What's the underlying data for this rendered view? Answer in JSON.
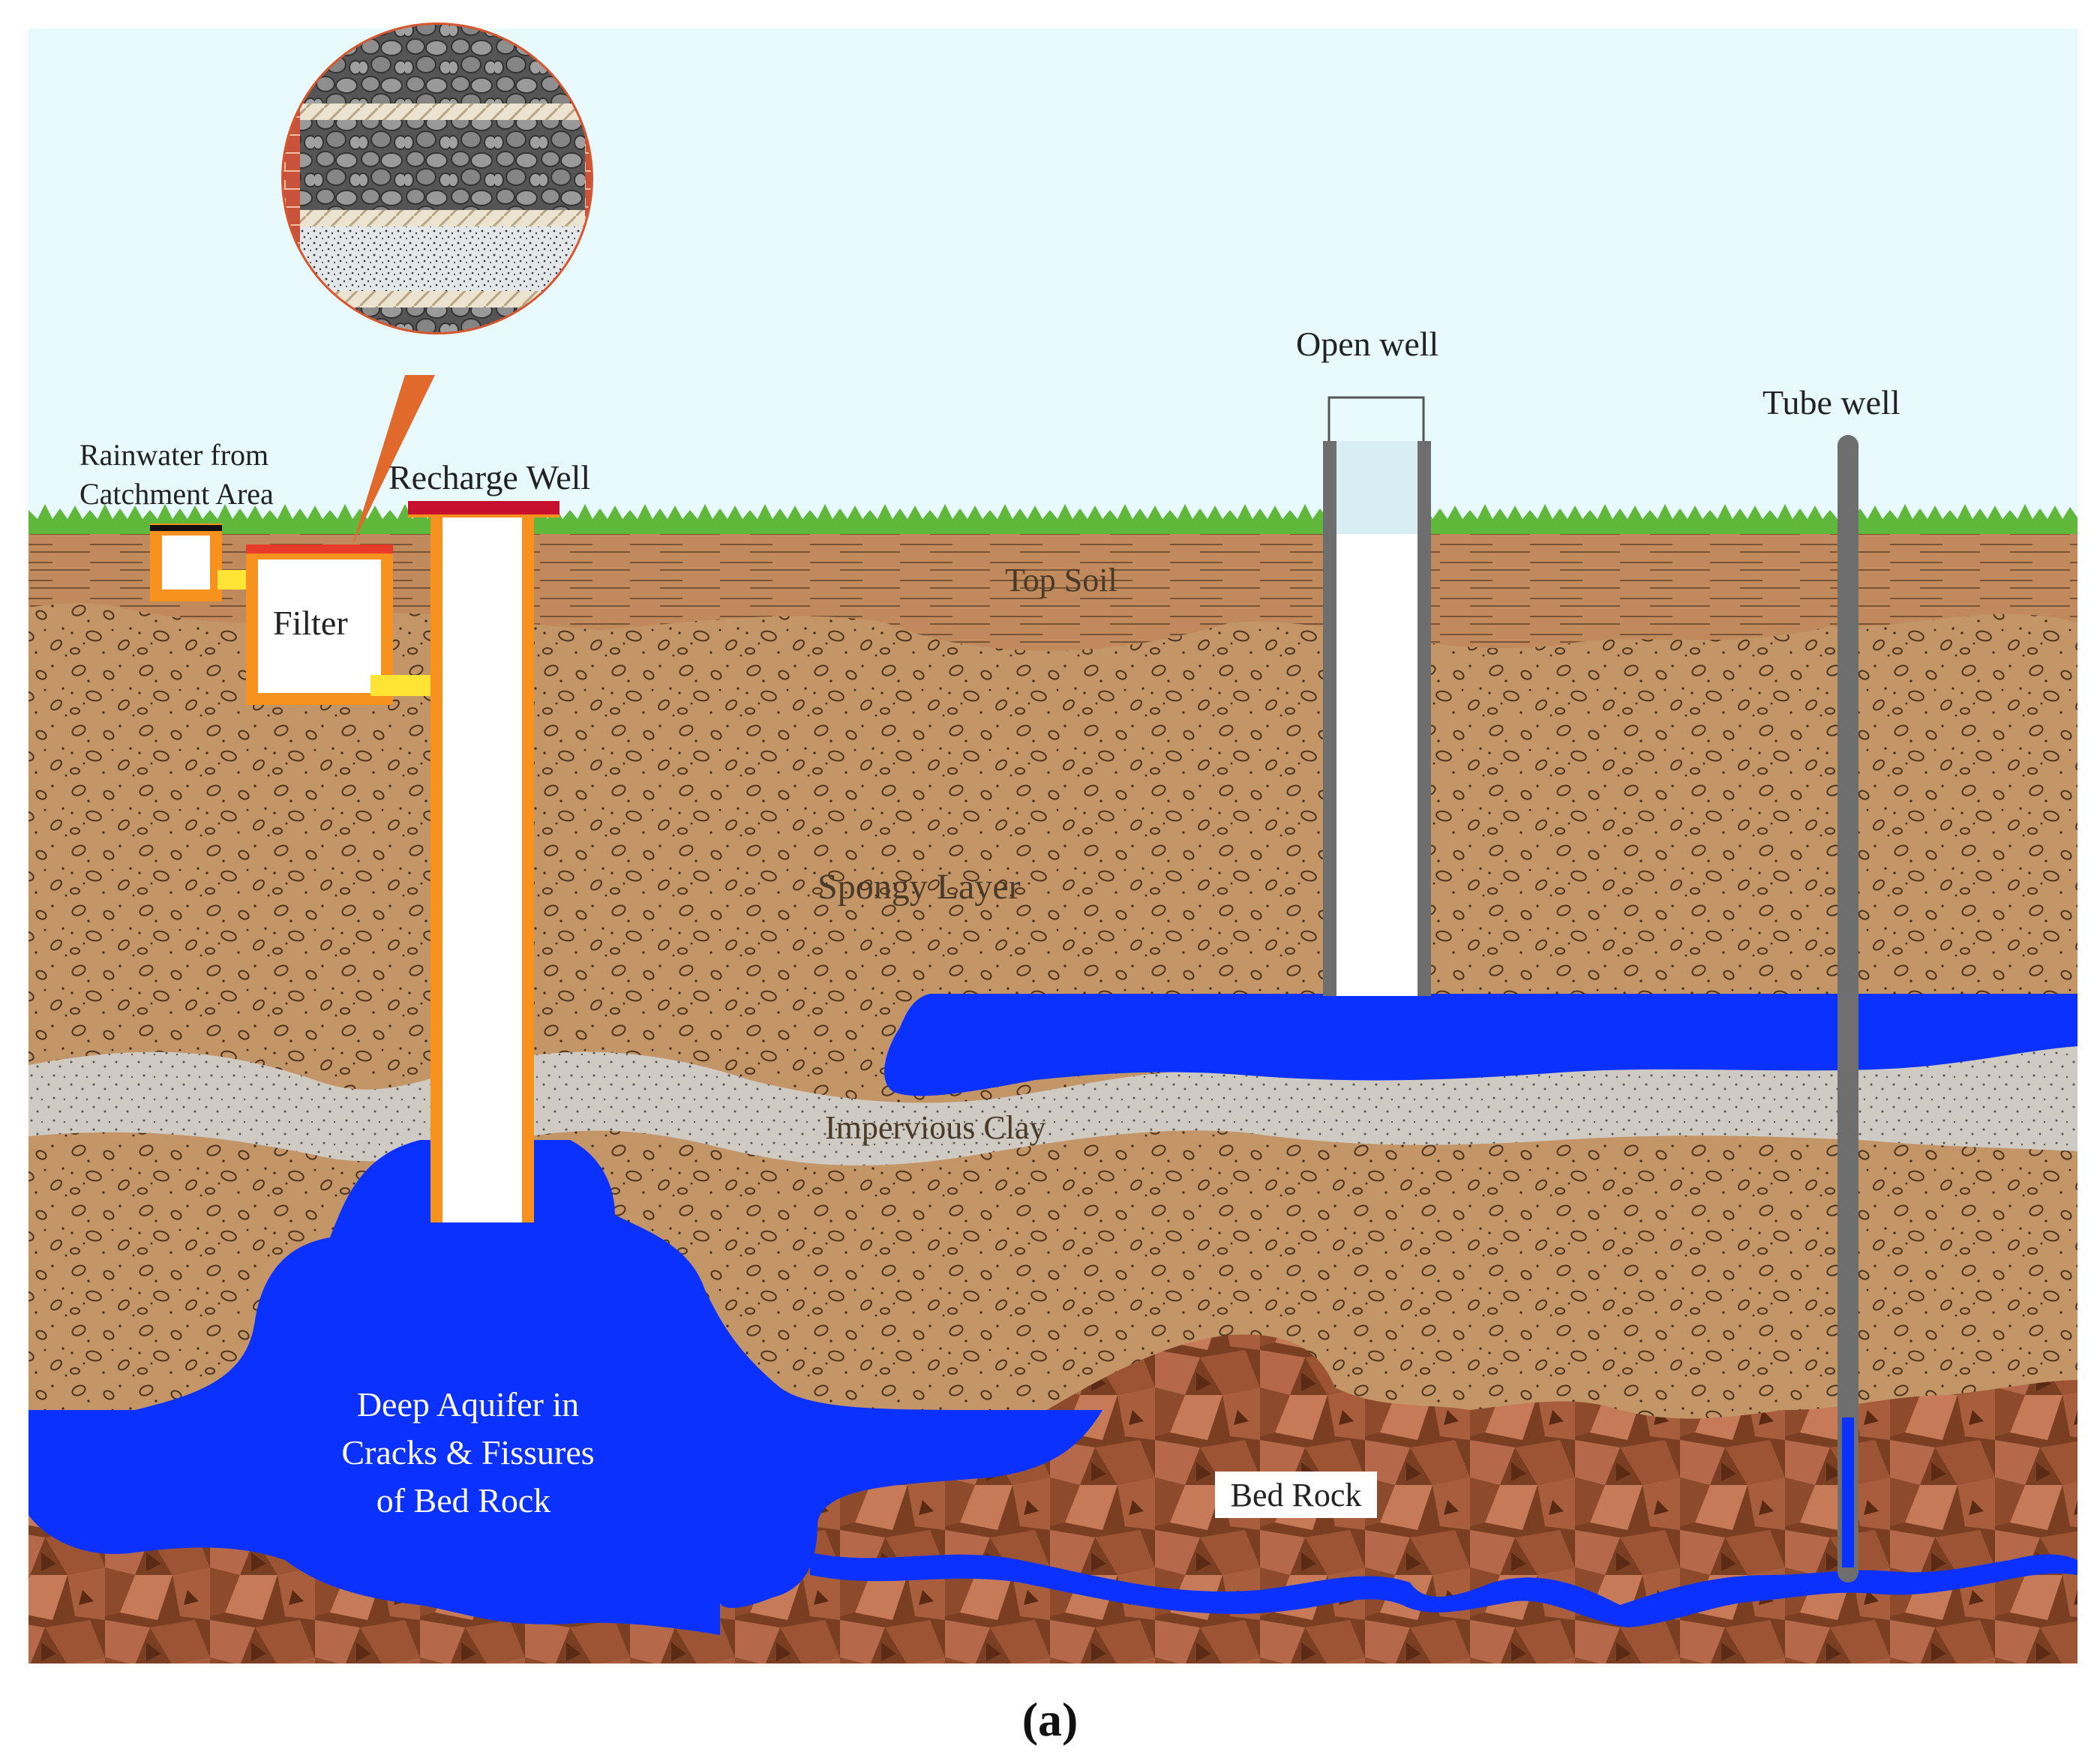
{
  "labels": {
    "rainwater_line1": "Rainwater from",
    "rainwater_line2": "Catchment Area",
    "recharge_well": "Recharge Well",
    "filter": "Filter",
    "open_well": "Open well",
    "tube_well": "Tube well",
    "top_soil": "Top Soil",
    "spongy_layer": "Spongy Layer",
    "impervious_clay": "Impervious Clay",
    "deep_aquifer_line1": "Deep Aquifer in",
    "deep_aquifer_line2": "Cracks & Fissures",
    "deep_aquifer_line3": "of Bed Rock",
    "bed_rock": "Bed Rock",
    "caption": "(a)"
  },
  "colors": {
    "sky": "#e8fafd",
    "grass": "#5fb83a",
    "topsoil": "#c08a5c",
    "spongy": "#c49566",
    "clay": "#cfcac2",
    "water": "#0a31ff",
    "bedrock": "#8a4a2a",
    "well_orange": "#f7921e",
    "cap_red": "#c8102e",
    "pipe_yellow": "#ffe335",
    "pipe_gray": "#6e6e6e"
  }
}
